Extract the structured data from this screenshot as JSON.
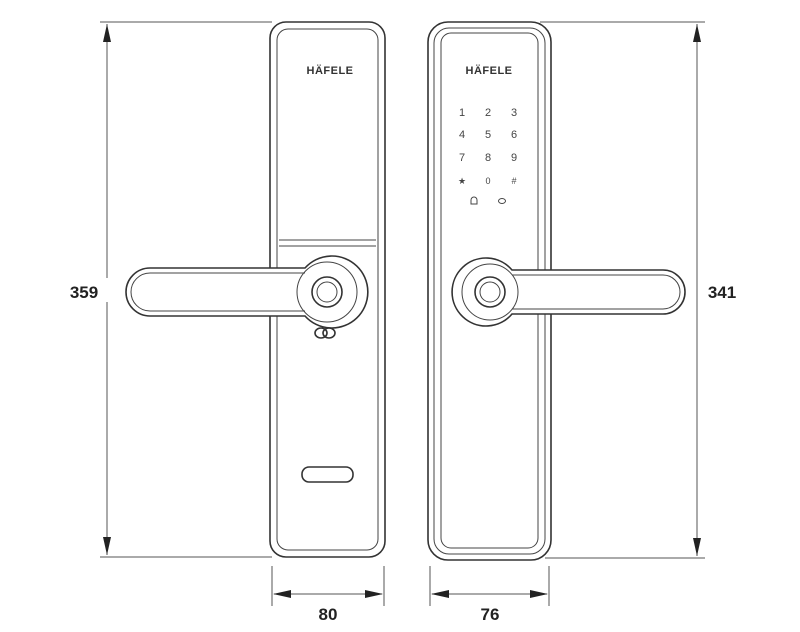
{
  "dimensions": {
    "left_height": "359",
    "right_height": "341",
    "left_width": "80",
    "right_width": "76"
  },
  "brand_logo": "HÄFELE",
  "keypad": {
    "keys": [
      "1",
      "2",
      "3",
      "4",
      "5",
      "6",
      "7",
      "8",
      "9",
      "★",
      "0",
      "#"
    ],
    "function_keys": [
      "bell-icon",
      "back-icon"
    ]
  }
}
